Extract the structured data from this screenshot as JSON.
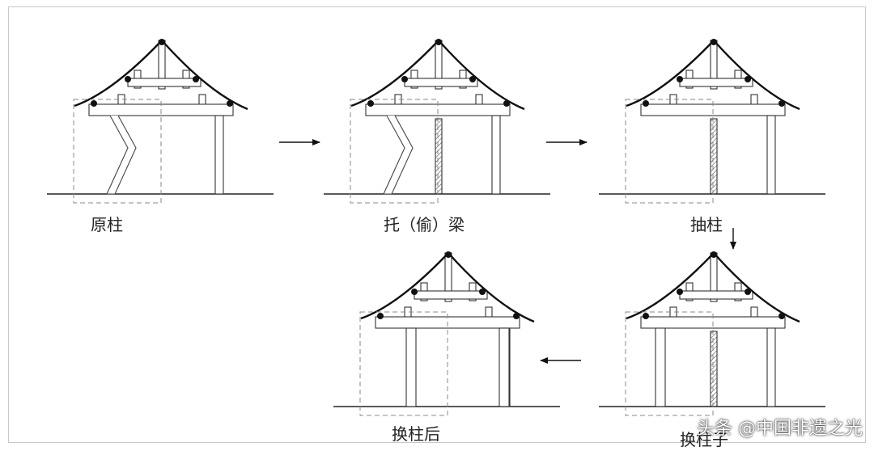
{
  "steps": [
    {
      "caption": "原柱",
      "state": "original"
    },
    {
      "caption": "托（偷）梁",
      "state": "shored"
    },
    {
      "caption": "抽柱",
      "state": "removed"
    },
    {
      "caption": "换柱后",
      "state": "replaced"
    },
    {
      "caption": "换柱子",
      "state": "inserting"
    }
  ],
  "arrows": [
    {
      "from": "原柱",
      "to": "托（偷）梁",
      "direction": "right"
    },
    {
      "from": "托（偷）梁",
      "to": "抽柱",
      "direction": "right"
    },
    {
      "from": "抽柱",
      "to": "换柱子",
      "direction": "down"
    },
    {
      "from": "换柱子",
      "to": "换柱后",
      "direction": "left"
    }
  ],
  "watermark": "头条 @中国非遗之光"
}
